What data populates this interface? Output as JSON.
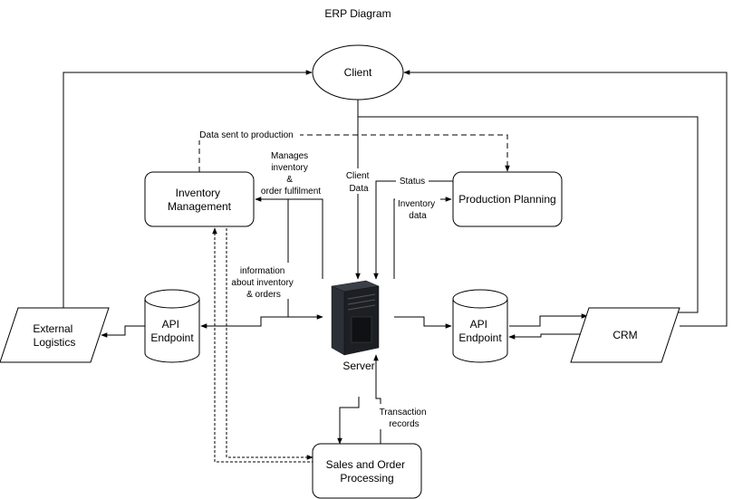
{
  "title": "ERP Diagram",
  "nodes": {
    "client": "Client",
    "inventory": [
      "Inventory",
      "Management"
    ],
    "production": "Production Planning",
    "external": [
      "External",
      "Logistics"
    ],
    "api_left": [
      "API",
      "Endpoint"
    ],
    "api_right": [
      "API",
      "Endpoint"
    ],
    "crm": "CRM",
    "server": "Server",
    "sales": [
      "Sales and Order",
      "Processing"
    ]
  },
  "edge_labels": {
    "data_sent": "Data sent to production",
    "manages": [
      "Manages",
      "inventory",
      "&",
      "order fulfilment"
    ],
    "client_data": [
      "Client",
      "Data"
    ],
    "status": "Status",
    "inventory_data": [
      "Inventory",
      "data"
    ],
    "information": [
      "information",
      "about inventory",
      "& orders"
    ],
    "transaction": [
      "Transaction",
      "records"
    ]
  }
}
